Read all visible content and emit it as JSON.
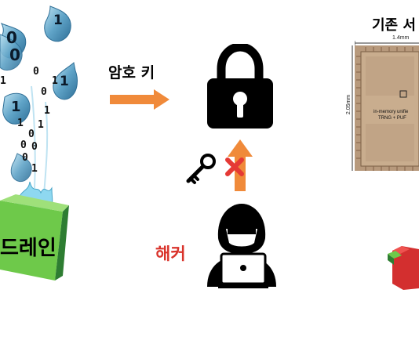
{
  "left_panel": {
    "drop_labels": [
      "0",
      "1",
      "0",
      "1",
      "1"
    ],
    "stream_bits": [
      "1",
      "0",
      "1",
      "0",
      "1",
      "1",
      "0",
      "1",
      "0",
      "0",
      "0",
      "1"
    ],
    "block_label": "드레인",
    "colors": {
      "drop": "#5fa3c7",
      "block_green": "#6ec94a",
      "block_dark": "#2e7d32",
      "splash": "#8ed8f0"
    }
  },
  "middle_panel": {
    "arrow_label": "암호 키",
    "hacker_label": "해커",
    "colors": {
      "orange": "#f08a3a",
      "hacker_label": "#d9332b",
      "blocked_x": "#e53935"
    },
    "icons": [
      "padlock-icon",
      "key-icon",
      "cross-icon",
      "hacker-icon",
      "laptop-icon"
    ]
  },
  "right_panel": {
    "title": "기존 서",
    "width_label": "1.4mm",
    "height_label": "2.05mm",
    "chip_text_line1": "in-memory unifie",
    "chip_text_line2": "TRNG + PUF",
    "colors": {
      "chip": "#b7997c",
      "block_red": "#d32f2f",
      "block_green": "#6ec94a"
    }
  }
}
